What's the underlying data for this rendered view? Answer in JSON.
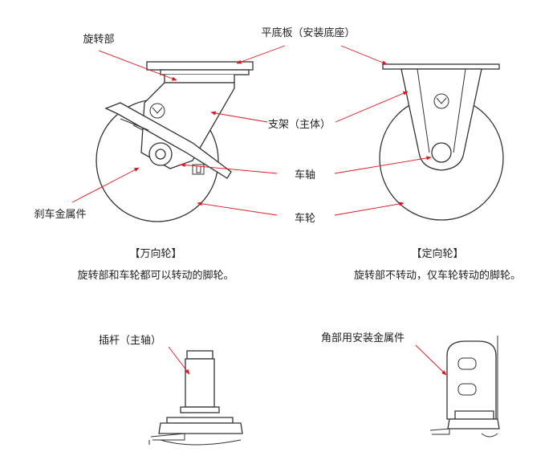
{
  "labels": {
    "swivel": "旋转部",
    "top_plate": "平底板（安装底座）",
    "bracket": "支架（主体）",
    "axle": "车轴",
    "brake": "刹车金属件",
    "wheel": "车轮",
    "stem": "插杆（主轴）",
    "corner_fitting": "角部用安装金属件"
  },
  "captions": {
    "swivel_title": "【万向轮】",
    "swivel_desc": "旋转部和车轮都可以转动的脚轮。",
    "fixed_title": "【定向轮】",
    "fixed_desc": "旋转部不转动，仅车轮转动的脚轮。"
  },
  "colors": {
    "leader_lines": "#e0141e",
    "drawing": "#333333"
  }
}
